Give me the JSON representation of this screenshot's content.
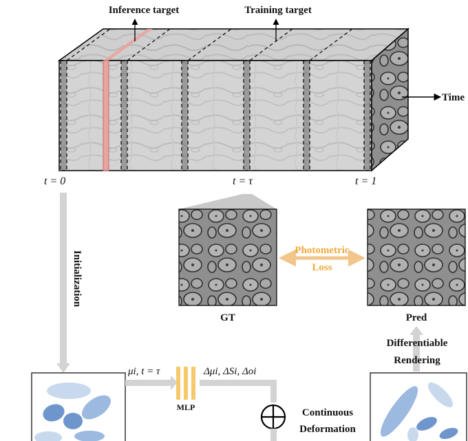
{
  "labels": {
    "inference_target": "Inference target",
    "training_target": "Training target",
    "time": "Time",
    "t_start": "t = 0",
    "t_tau": "t = τ",
    "t_end": "t = 1",
    "initialization": "Initialization",
    "gt": "GT",
    "pred": "Pred",
    "photometric_loss_line1": "Photometric",
    "photometric_loss_line2": "Loss",
    "differentiable_line1": "Differentiable",
    "differentiable_line2": "Rendering",
    "mlp": "MLP",
    "mlp_input": "μi, t = τ",
    "mlp_output": "Δμi, ΔSi, Δoi",
    "continuous_line1": "Continuous",
    "continuous_line2": "Deformation"
  },
  "colors": {
    "inference_highlight": "#e8a4a0",
    "loss_text": "#f2a93b",
    "mlp_bars": "#f7c96a",
    "flow_arrow": "#cccccc",
    "gaussian_light": "#c8d9ee",
    "gaussian_mid": "#9cb9df",
    "gaussian_dark": "#6f96cc"
  }
}
